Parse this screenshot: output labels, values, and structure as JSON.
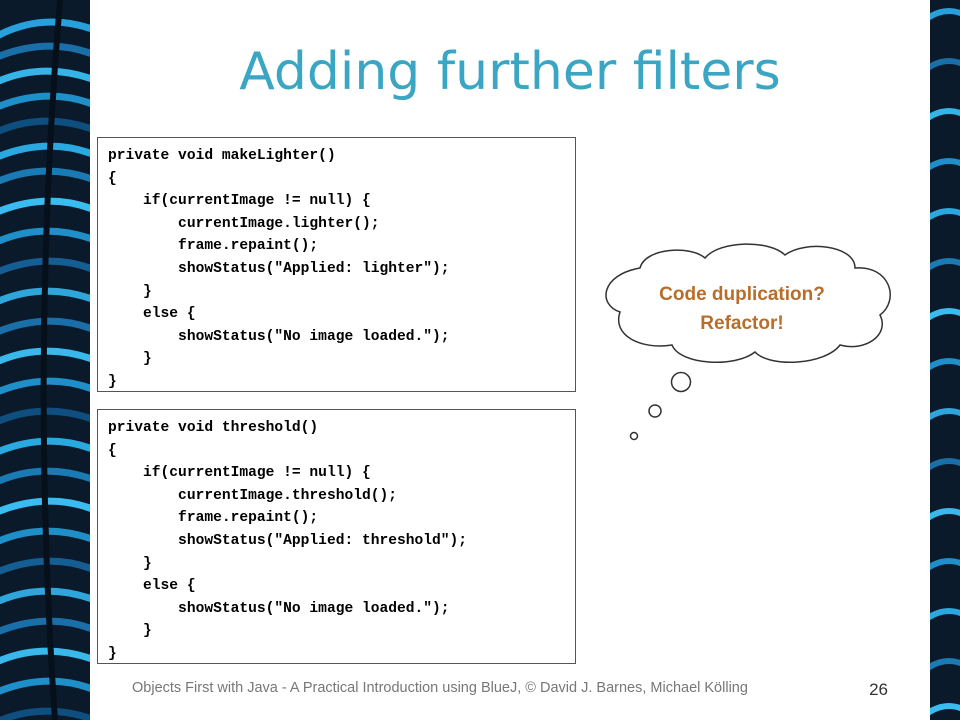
{
  "slide": {
    "title": "Adding further filters",
    "code_block_1": "private void makeLighter()\n{\n    if(currentImage != null) {\n        currentImage.lighter();\n        frame.repaint();\n        showStatus(\"Applied: lighter\");\n    }\n    else {\n        showStatus(\"No image loaded.\");\n    }\n}",
    "code_block_2": "private void threshold()\n{\n    if(currentImage != null) {\n        currentImage.threshold();\n        frame.repaint();\n        showStatus(\"Applied: threshold\");\n    }\n    else {\n        showStatus(\"No image loaded.\");\n    }\n}",
    "thought_line_1": "Code duplication?",
    "thought_line_2": "Refactor!",
    "footer": "Objects First with Java - A Practical Introduction using BlueJ, © David J. Barnes, Michael Kölling",
    "page_number": "26"
  },
  "colors": {
    "title": "#3aa6c4",
    "thought_text": "#b86e2a",
    "feather_blue": "#1e8fc8",
    "feather_dark": "#0a1a2a"
  },
  "decor": {
    "left_image": "blue-feather-image",
    "right_image": "blue-feather-image",
    "bubble": "thought-bubble-icon"
  }
}
